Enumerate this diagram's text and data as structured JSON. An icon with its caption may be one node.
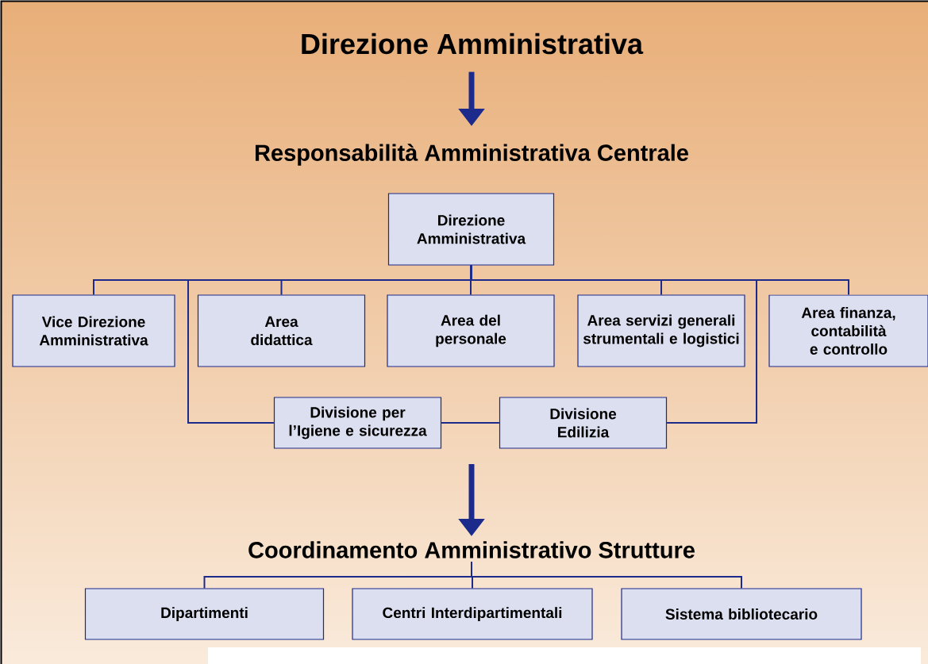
{
  "diagram": {
    "nodes": [
      {
        "text": [
          "Direzione Amministrativa"
        ]
      },
      {
        "text": [
          "Responsabilità Amministrativa Centrale"
        ]
      },
      {
        "text": [
          "Direzione Amministrativa"
        ]
      },
      {
        "text": [
          "Vice Direzione Amministrativa"
        ]
      },
      {
        "text": [
          "Area didattica"
        ]
      },
      {
        "text": [
          "Area del personale"
        ]
      },
      {
        "text": [
          "Area servizi generali strumentali e logistici"
        ]
      },
      {
        "text": [
          "Area finanza, contabilità e controllo"
        ]
      },
      {
        "text": [
          "Divisione per l’Igiene e sicurezza"
        ]
      },
      {
        "text": [
          "Divisione Edilizia"
        ]
      },
      {
        "text": [
          "Coordinamento Amministrativo Strutture"
        ]
      },
      {
        "text": [
          "Dipartimenti"
        ]
      },
      {
        "text": [
          "Centri Interdipartimentali"
        ]
      },
      {
        "text": [
          "Sistema bibliotecario"
        ]
      }
    ],
    "edges": [
      {
        "from": 0,
        "to": 1,
        "arrow": "to",
        "style": "thick"
      },
      {
        "from": 2,
        "to": 3,
        "arrow": "none"
      },
      {
        "from": 2,
        "to": 4,
        "arrow": "none"
      },
      {
        "from": 2,
        "to": 5,
        "arrow": "none"
      },
      {
        "from": 2,
        "to": 6,
        "arrow": "none"
      },
      {
        "from": 2,
        "to": 7,
        "arrow": "none"
      },
      {
        "from": 2,
        "to": 8,
        "arrow": "none"
      },
      {
        "from": 2,
        "to": 9,
        "arrow": "none"
      },
      {
        "from": 8,
        "to": 9,
        "arrow": "none"
      },
      {
        "from": null,
        "to": 10,
        "arrow": "to",
        "style": "thick"
      },
      {
        "from": 10,
        "to": 11,
        "arrow": "none"
      },
      {
        "from": 10,
        "to": 12,
        "arrow": "none"
      },
      {
        "from": 10,
        "to": 13,
        "arrow": "none"
      }
    ]
  }
}
